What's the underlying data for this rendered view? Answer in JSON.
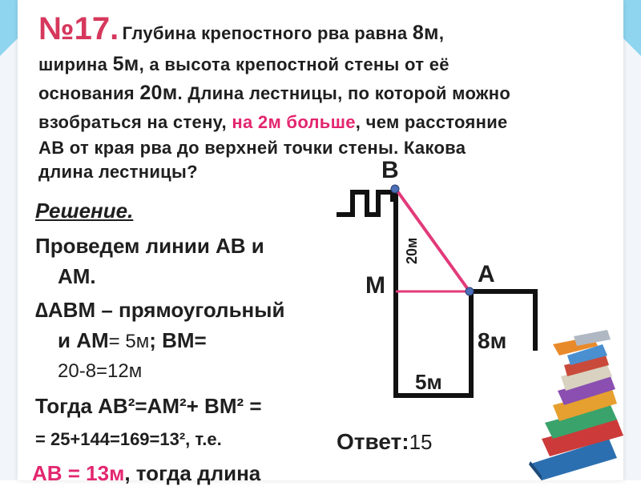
{
  "problem": {
    "number": "№17.",
    "line1_a": "Глубина крепостного рва равна ",
    "line1_b": "8м",
    "line1_c": ",",
    "line2_a": "ширина ",
    "line2_b": "5м",
    "line2_c": ", а высота крепостной стены от её",
    "line3_a": "основания ",
    "line3_b": "20м",
    "line3_c": ". Длина лестницы, по которой можно",
    "line4_a": "взобраться на стену, ",
    "line4_highlight": "на 2м больше",
    "line4_c": ", чем расстояние",
    "line5": "АВ от края рва до верхней точки стены. Какова",
    "line6": "длина лестницы?"
  },
  "solution": {
    "heading": "Решение.",
    "l1": "Проведем линии АВ и",
    "l2": "АМ.",
    "l3": "∆АВМ – прямоугольный",
    "l4_a": "и АМ",
    "l4_b": "= 5м",
    "l4_c": "; ВМ=",
    "l5": "20-8=12м",
    "l6": "Тогда АВ²=АМ²+ ВМ² =",
    "l7": "= 25+144=169=13², т.е.",
    "l8_a": "АВ = 13м",
    "l8_b": ", тогда длина"
  },
  "figure": {
    "label_B": "В",
    "label_A": "А",
    "label_M": "М",
    "label_20": "20м",
    "label_8": "8м",
    "label_5": "5м"
  },
  "answer": {
    "label": "Ответ:",
    "value": "15"
  },
  "colors": {
    "accent": "#d6385d",
    "highlight": "#e3266f",
    "pink_line": "#e23a7a",
    "point": "#4b6fb8",
    "background": "#f2f6fa"
  }
}
